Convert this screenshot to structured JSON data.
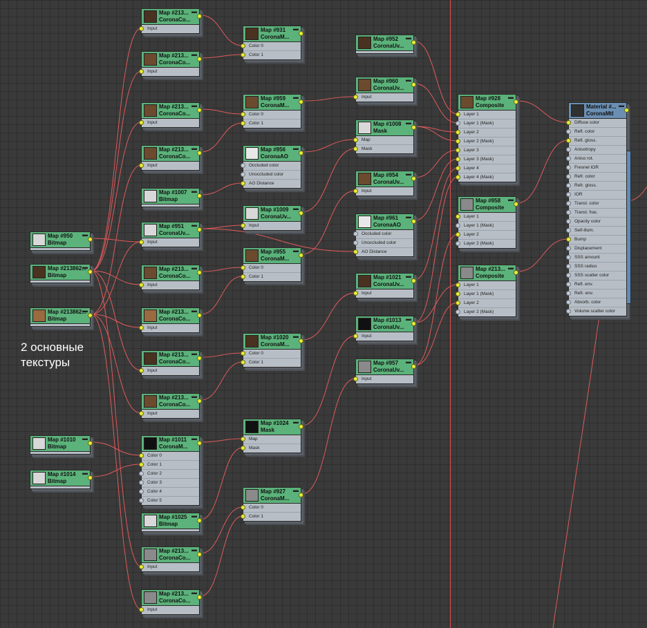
{
  "caption": {
    "line1": "2 основные",
    "line2": "текстуры"
  },
  "thumb_colors": {
    "wood": "#6b4a2e",
    "wood_dark": "#4a3220",
    "wood_light": "#9a6a40",
    "noise": "#d8d8d8",
    "gray": "#8a8a8a",
    "ao": "#e8e8e8",
    "black": "#111111",
    "sphere": "#303030"
  },
  "nodes": {
    "m950": {
      "t1": "Map #950",
      "t2": "Bitmap"
    },
    "m213862a": {
      "t1": "Map #213862...",
      "t2": "Bitmap"
    },
    "m213862b": {
      "t1": "Map #213862...",
      "t2": "Bitmap"
    },
    "m1010": {
      "t1": "Map #1010",
      "t2": "Bitmap"
    },
    "m1014": {
      "t1": "Map #1014",
      "t2": "Bitmap"
    },
    "c1": {
      "t1": "Map #213...",
      "t2": "CoronaCo...",
      "slots": [
        "Input"
      ]
    },
    "c2": {
      "t1": "Map #213...",
      "t2": "CoronaCo...",
      "slots": [
        "Input"
      ]
    },
    "c3": {
      "t1": "Map #213...",
      "t2": "CoronaCo...",
      "slots": [
        "Input"
      ]
    },
    "c4": {
      "t1": "Map #213...",
      "t2": "CoronaCo...",
      "slots": [
        "Input"
      ]
    },
    "m1007": {
      "t1": "Map #1007",
      "t2": "Bitmap"
    },
    "m951": {
      "t1": "Map #951",
      "t2": "CoronaUv...",
      "slots": [
        "Input"
      ]
    },
    "c5": {
      "t1": "Map #213...",
      "t2": "CoronaCo...",
      "slots": [
        "Input"
      ]
    },
    "c6": {
      "t1": "Map #213...",
      "t2": "CoronaCo...",
      "slots": [
        "Input"
      ]
    },
    "c7": {
      "t1": "Map #213...",
      "t2": "CoronaCo...",
      "slots": [
        "Input"
      ]
    },
    "c8": {
      "t1": "Map #213...",
      "t2": "CoronaCo...",
      "slots": [
        "Input"
      ]
    },
    "m1011": {
      "t1": "Map #1011",
      "t2": "CoronaM...",
      "slots": [
        "Color 0",
        "Color 1",
        "Color 2",
        "Color 3",
        "Color 4",
        "Color 5"
      ]
    },
    "m1025": {
      "t1": "Map #1025",
      "t2": "Bitmap"
    },
    "c9": {
      "t1": "Map #213...",
      "t2": "CoronaCo...",
      "slots": [
        "Input"
      ]
    },
    "c10": {
      "t1": "Map #213...",
      "t2": "CoronaCo...",
      "slots": [
        "Input"
      ]
    },
    "m931": {
      "t1": "Map #931",
      "t2": "CoronaM...",
      "slots": [
        "Color 0",
        "Color 1"
      ]
    },
    "m959": {
      "t1": "Map #959",
      "t2": "CoronaM...",
      "slots": [
        "Color 0",
        "Color 1"
      ]
    },
    "m956": {
      "t1": "Map #956",
      "t2": "CoronaAO",
      "slots": [
        "Occluded color",
        "Unoccluded color",
        "AO Distance"
      ]
    },
    "m1009": {
      "t1": "Map #1009",
      "t2": "CoronaUv...",
      "slots": [
        "Input"
      ]
    },
    "m955": {
      "t1": "Map #955",
      "t2": "CoronaM...",
      "slots": [
        "Color 0",
        "Color 1"
      ]
    },
    "m1020": {
      "t1": "Map #1020",
      "t2": "CoronaM...",
      "slots": [
        "Color 0",
        "Color 1"
      ]
    },
    "m1024": {
      "t1": "Map #1024",
      "t2": "Mask",
      "slots": [
        "Map",
        "Mask"
      ]
    },
    "m927": {
      "t1": "Map #927",
      "t2": "CoronaM...",
      "slots": [
        "Color 0",
        "Color 1"
      ]
    },
    "m952": {
      "t1": "Map #952",
      "t2": "CoronaUv..."
    },
    "m960": {
      "t1": "Map #960",
      "t2": "CoronaUv...",
      "slots": [
        "Input"
      ]
    },
    "m1008": {
      "t1": "Map #1008",
      "t2": "Mask",
      "slots": [
        "Map",
        "Mask"
      ]
    },
    "m954": {
      "t1": "Map #954",
      "t2": "CoronaUv...",
      "slots": [
        "Input"
      ]
    },
    "m961": {
      "t1": "Map #961",
      "t2": "CoronaAO",
      "slots": [
        "Occluded color",
        "Unoccluded color",
        "AO Distance"
      ]
    },
    "m1021": {
      "t1": "Map #1021",
      "t2": "CoronaUv...",
      "slots": [
        "Input"
      ]
    },
    "m1013": {
      "t1": "Map #1013",
      "t2": "CoronaUv...",
      "slots": [
        "Input"
      ]
    },
    "m957": {
      "t1": "Map #957",
      "t2": "CoronaUv...",
      "slots": [
        "Input"
      ]
    },
    "m928": {
      "t1": "Map #928",
      "t2": "Composite",
      "slots": [
        "Layer 1",
        "Layer 1 (Mask)",
        "Layer 2",
        "Layer 2 (Mask)",
        "Layer 3",
        "Layer 3 (Mask)",
        "Layer 4",
        "Layer 4 (Mask)"
      ]
    },
    "m958": {
      "t1": "Map #958",
      "t2": "Composite",
      "slots": [
        "Layer 1",
        "Layer 1 (Mask)",
        "Layer 2",
        "Layer 2 (Mask)"
      ]
    },
    "m213c": {
      "t1": "Map #213...",
      "t2": "Composite",
      "slots": [
        "Layer 1",
        "Layer 1 (Mask)",
        "Layer 2",
        "Layer 2 (Mask)"
      ]
    },
    "mat": {
      "t1": "Material #...",
      "t2": "CoronaMtl",
      "slots": [
        "Diffuse color",
        "Refl. color",
        "Refl. gloss.",
        "Anisotropy",
        "Aniso rot.",
        "Fresnel IOR",
        "Refr. color",
        "Refr. gloss.",
        "IOR",
        "Transl. color",
        "Transl. frac.",
        "Opacity color",
        "Self-illum.",
        "Bump",
        "Displacement",
        "SSS amount",
        "SSS radius",
        "SSS scatter color",
        "Refl. env.",
        "Refr. env.",
        "Absorb. color",
        "Volume scatter color"
      ]
    }
  }
}
